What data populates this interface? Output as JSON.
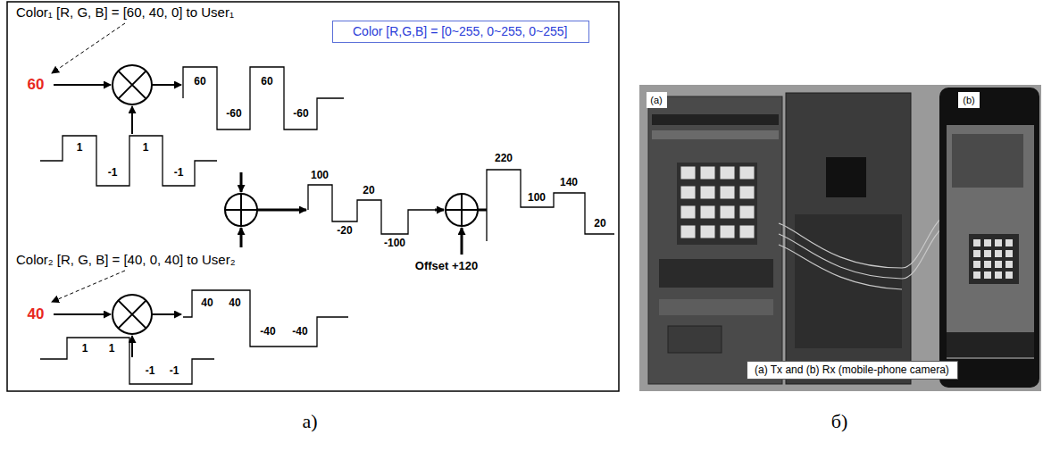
{
  "diagram": {
    "nodes": [
      {
        "text": [
          "Color [R,G,B] = [0~255, 0~255, 0~255]"
        ]
      },
      {
        "text": [
          "(a) Tx and (b) Rx (mobile-phone camera)"
        ]
      }
    ],
    "labels": [
      "Color₁ [R, G, B] = [60, 40, 0] to User₁",
      "60",
      "1",
      "-1",
      "1",
      "-1",
      "60",
      "-60",
      "60",
      "-60",
      "100",
      "-20",
      "20",
      "-100",
      "Offset +120",
      "220",
      "100",
      "140",
      "20",
      "Color₂ [R, G, B] = [40, 0, 40] to User₂",
      "40",
      "40",
      "40",
      "-40",
      "-40",
      "1",
      "1",
      "-1",
      "-1",
      "(a)",
      "(b)",
      "а)",
      "б)"
    ]
  }
}
